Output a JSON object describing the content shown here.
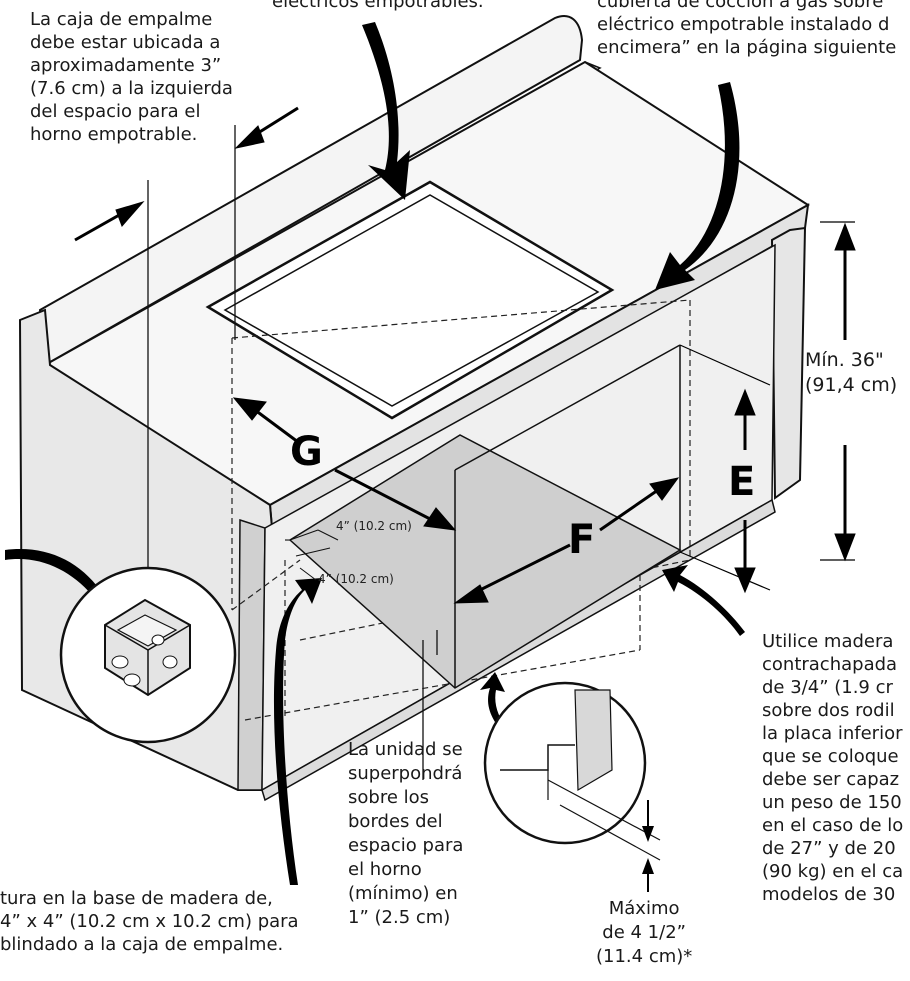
{
  "callouts": {
    "top_left": "La caja de empalme\ndebe estar ubicada a\naproximadamente 3”\n(7.6 cm) a la izquierda\ndel espacio para el\nhorno empotrable.",
    "top_center": "eléctricos empotrables.",
    "top_right": "cubierta de cocción a gas sobre\neléctrico empotrable instalado d\nencimera” en la página siguiente",
    "min_height": "Mín. 36\"\n(91,4 cm)",
    "plywood": "Utilice madera\ncontrachapada\nde 3/4” (1.9 cr\nsobre dos rodil\nla placa inferior\nque se coloque\ndebe ser capaz\nun peso de 150\nen el caso de lo\nde 27” y de 20\n(90 kg) en el ca\nmodelos de 30",
    "overlap": "La unidad se\nsuperpondrá\nsobre los\nbordes del\nespacio para\nel horno\n(mínimo) en\n1” (2.5 cm)",
    "max_depth": "Máximo\nde 4 1/2”\n(11.4 cm)*",
    "opening": "tura en la base de madera de,\n4” x 4” (10.2 cm x 10.2 cm) para\nblindado a la caja de empalme."
  },
  "dimension_letters": {
    "g": "G",
    "f": "F",
    "e": "E"
  },
  "small_dims": {
    "upper": "4” (10.2 cm)",
    "lower": "4” (10.2 cm)"
  },
  "colors": {
    "line": "#111111",
    "cabinet_face": "#ececec",
    "cabinet_shadow": "#d4d4d4",
    "counter_top": "#f7f7f7",
    "floor_shade": "#cfcfcf",
    "arrow": "#000000"
  }
}
